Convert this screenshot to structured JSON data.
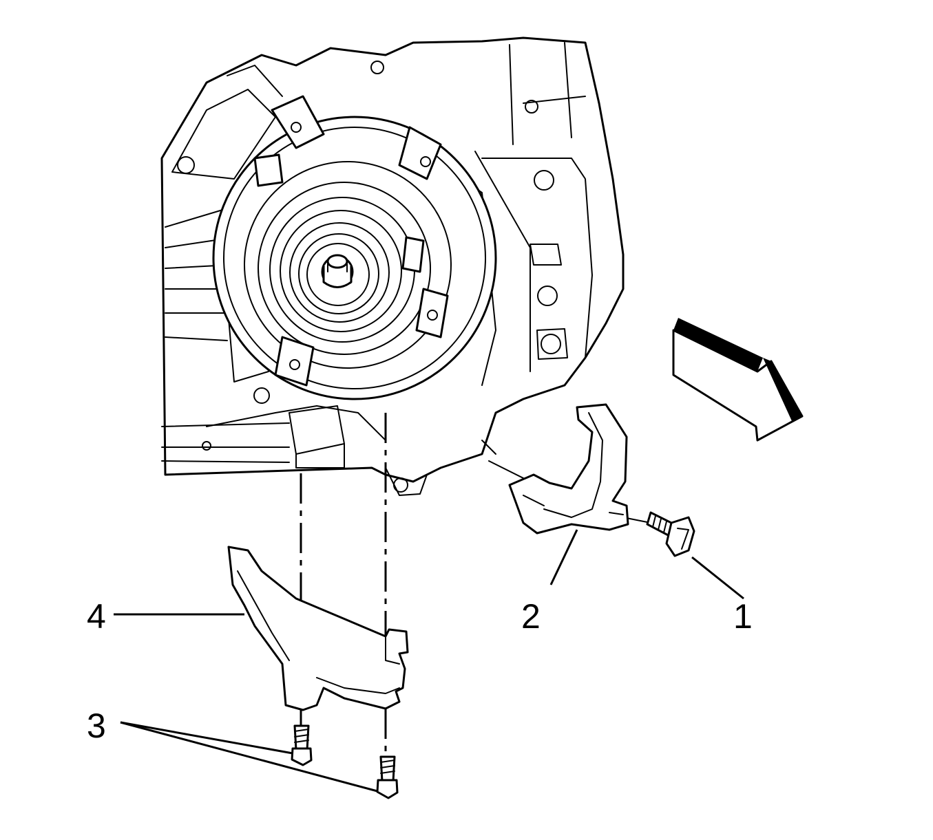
{
  "callouts": {
    "c1": "1",
    "c2": "2",
    "c3": "3",
    "c4": "4"
  },
  "icons": {
    "arrow": "direction-arrow-icon"
  }
}
